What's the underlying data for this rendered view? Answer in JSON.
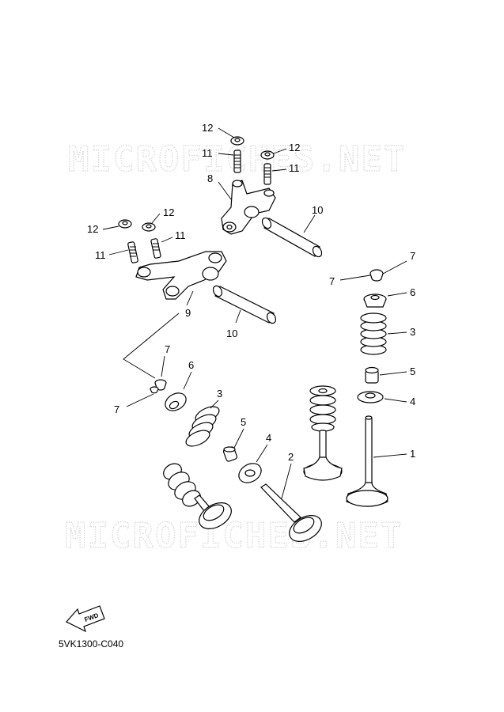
{
  "watermark": "MICROFICHES.NET",
  "diagram_code": "5VK1300-C040",
  "fwd_label": "FWD",
  "labels": {
    "l1": "1",
    "l2": "2",
    "l3a": "3",
    "l3b": "3",
    "l4a": "4",
    "l4b": "4",
    "l5a": "5",
    "l5b": "5",
    "l6a": "6",
    "l6b": "6",
    "l7a": "7",
    "l7b": "7",
    "l7c": "7",
    "l7d": "7",
    "l8": "8",
    "l9": "9",
    "l10a": "10",
    "l10b": "10",
    "l11a": "11",
    "l11b": "11",
    "l11c": "11",
    "l11d": "11",
    "l12a": "12",
    "l12b": "12",
    "l12c": "12",
    "l12d": "12"
  }
}
